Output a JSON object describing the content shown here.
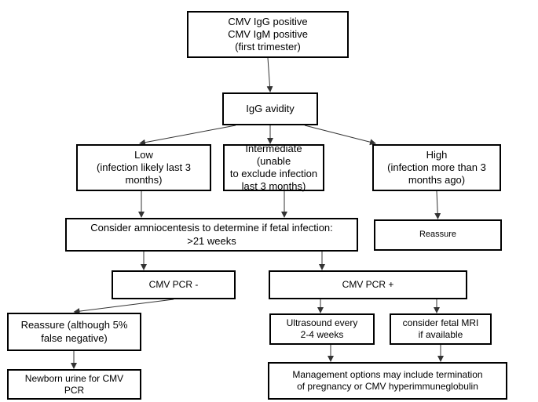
{
  "nodes": {
    "start": "CMV IgG positive\nCMV IgM positive\n(first trimester)",
    "avidity": "IgG avidity",
    "low": "Low\n(infection likely last 3\nmonths)",
    "intermediate": "Intermediate (unable\nto exclude infection\nlast 3 months)",
    "high": "High\n(infection more than 3\nmonths ago)",
    "amnio": "Consider amniocentesis to determine if fetal infection:\n>21 weeks",
    "reassure_high": "Reassure",
    "pcr_neg": "CMV PCR -",
    "pcr_pos": "CMV PCR +",
    "reassure_neg": "Reassure (although 5%\nfalse negative)",
    "ultrasound": "Ultrasound every\n2-4 weeks",
    "mri": "consider fetal MRI\nif available",
    "newborn": "Newborn urine for CMV\nPCR",
    "management": "Management options may include termination\nof pregnancy or CMV hyperimmuneglobulin"
  },
  "edges": [
    [
      "start",
      "avidity"
    ],
    [
      "avidity",
      "low"
    ],
    [
      "avidity",
      "intermediate"
    ],
    [
      "avidity",
      "high"
    ],
    [
      "low",
      "amnio"
    ],
    [
      "intermediate",
      "amnio"
    ],
    [
      "high",
      "reassure_high"
    ],
    [
      "amnio",
      "pcr_neg"
    ],
    [
      "amnio",
      "pcr_pos"
    ],
    [
      "pcr_neg",
      "reassure_neg"
    ],
    [
      "pcr_pos",
      "ultrasound"
    ],
    [
      "pcr_pos",
      "mri"
    ],
    [
      "reassure_neg",
      "newborn"
    ],
    [
      "ultrasound",
      "management"
    ],
    [
      "mri",
      "management"
    ]
  ]
}
